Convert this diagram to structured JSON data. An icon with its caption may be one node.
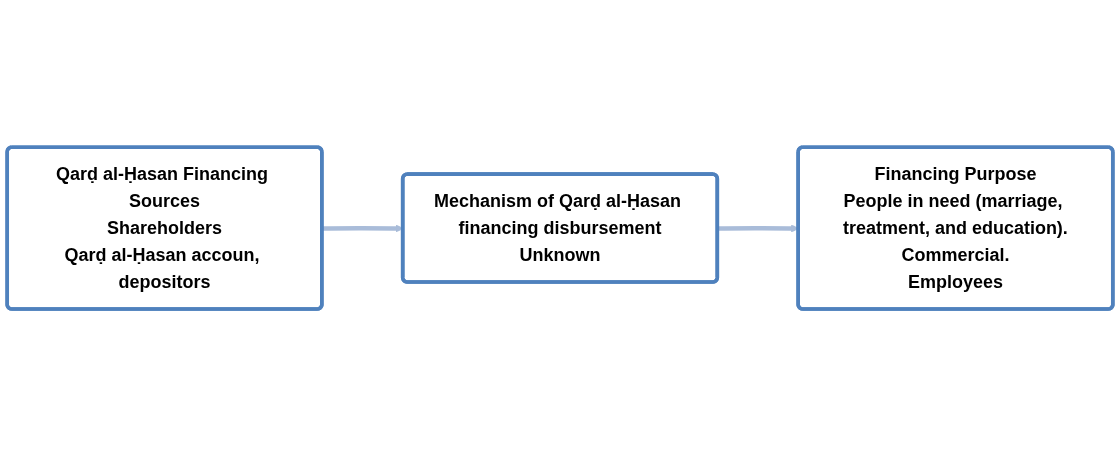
{
  "diagram": {
    "nodes": [
      {
        "text": [
          "Qarḍ al-Ḥasan Financing Sources",
          "Shareholders",
          "Qarḍ al-Ḥasan accoun, depositors"
        ]
      },
      {
        "text": [
          "Mechanism of Qarḍ al-Ḥasan financing disbursement",
          "Unknown"
        ]
      },
      {
        "text": [
          "Financing Purpose",
          "People in need (marriage, treatment, and education).",
          "Commercial.",
          "Employees"
        ]
      }
    ],
    "edges": [
      {
        "from": 0,
        "to": 1,
        "arrow": "to"
      },
      {
        "from": 1,
        "to": 2,
        "arrow": "to"
      }
    ]
  }
}
